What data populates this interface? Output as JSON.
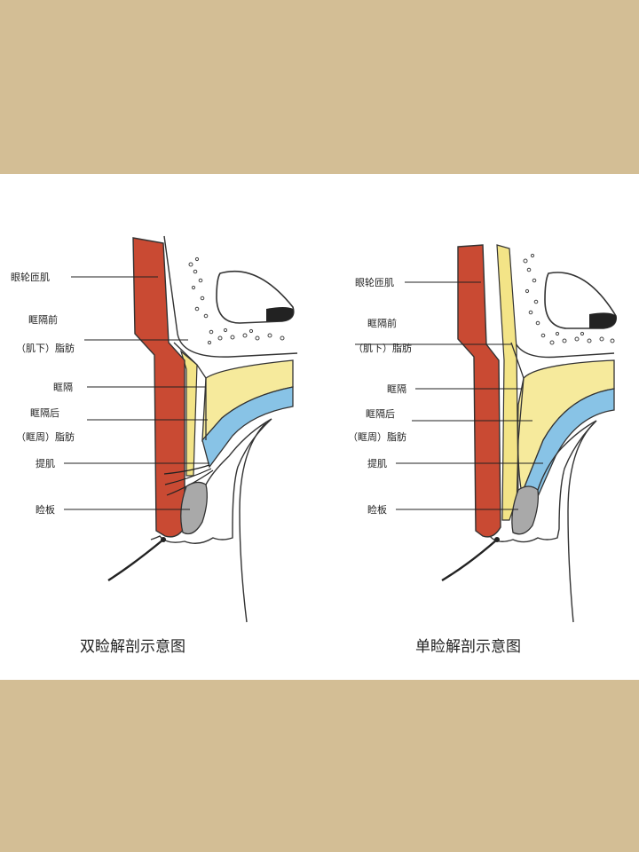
{
  "left_diagram": {
    "caption": "双睑解剖示意图",
    "labels": {
      "orbicularis": "眼轮匝肌",
      "preseptal_1": "眶隔前",
      "preseptal_2": "（肌下）脂肪",
      "septum": "眶隔",
      "postseptal_1": "眶隔后",
      "postseptal_2": "（眶周）脂肪",
      "levator": "提肌",
      "tarsus": "睑板"
    }
  },
  "right_diagram": {
    "caption": "单睑解剖示意图",
    "labels": {
      "orbicularis": "眼轮匝肌",
      "preseptal_1": "眶隔前",
      "preseptal_2": "（肌下）脂肪",
      "septum": "眶隔",
      "postseptal_1": "眶隔后",
      "postseptal_2": "（眶周）脂肪",
      "levator": "提肌",
      "tarsus": "睑板"
    }
  },
  "colors": {
    "muscle": "#c94a33",
    "preseptal_fat": "#f3e487",
    "postseptal_fat": "#f6ea9c",
    "levator_blue": "#88c3e6",
    "tarsus_gray": "#a9a9a9",
    "background_frame": "#d3be95"
  }
}
